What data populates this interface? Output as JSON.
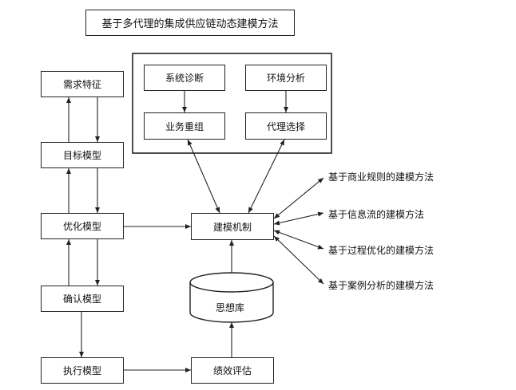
{
  "title": "基于多代理的集成供应链动态建模方法",
  "left_chain": {
    "demand": "需求特征",
    "goal": "目标模型",
    "optimize": "优化模型",
    "confirm": "确认模型",
    "execute": "执行模型"
  },
  "agent_group": {
    "diagnosis": "系统诊断",
    "environment": "环境分析",
    "restructure": "业务重组",
    "agent_select": "代理选择"
  },
  "center": {
    "mechanism": "建模机制",
    "idea_base": "思想库",
    "evaluation": "绩效评估"
  },
  "methods": [
    "基于商业规则的建模方法",
    "基于信息流的建模方法",
    "基于过程优化的建模方法",
    "基于案例分析的建模方法"
  ]
}
